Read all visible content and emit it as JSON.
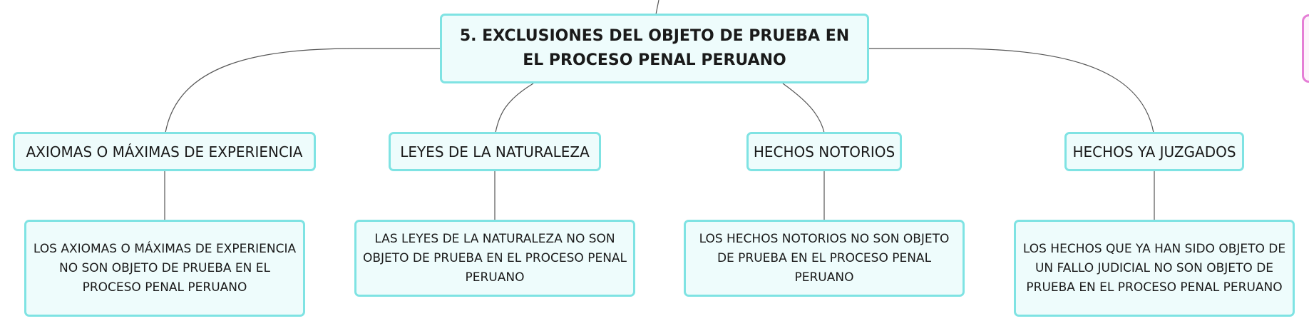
{
  "root": {
    "label": "5. EXCLUSIONES DEL OBJETO DE PRUEBA EN EL PROCESO PENAL PERUANO"
  },
  "categories": [
    {
      "label": "AXIOMAS O MÁXIMAS DE EXPERIENCIA",
      "detail": "LOS AXIOMAS O MÁXIMAS DE EXPERIENCIA NO SON OBJETO DE PRUEBA EN EL PROCESO PENAL PERUANO"
    },
    {
      "label": "LEYES DE LA NATURALEZA",
      "detail": "LAS LEYES DE LA NATURALEZA NO SON OBJETO DE PRUEBA EN EL PROCESO PENAL PERUANO"
    },
    {
      "label": "HECHOS NOTORIOS",
      "detail": "LOS HECHOS NOTORIOS NO SON OBJETO DE PRUEBA EN EL PROCESO PENAL PERUANO"
    },
    {
      "label": "HECHOS YA JUZGADOS",
      "detail": "LOS HECHOS QUE YA HAN SIDO OBJETO DE UN FALLO JUDICIAL NO SON OBJETO DE PRUEBA EN EL PROCESO PENAL PERUANO"
    }
  ],
  "colors": {
    "node_fill": "#eefcfc",
    "node_border": "#7fe3e3",
    "connector": "#555555",
    "offscreen_node_border": "#e57ed6"
  }
}
